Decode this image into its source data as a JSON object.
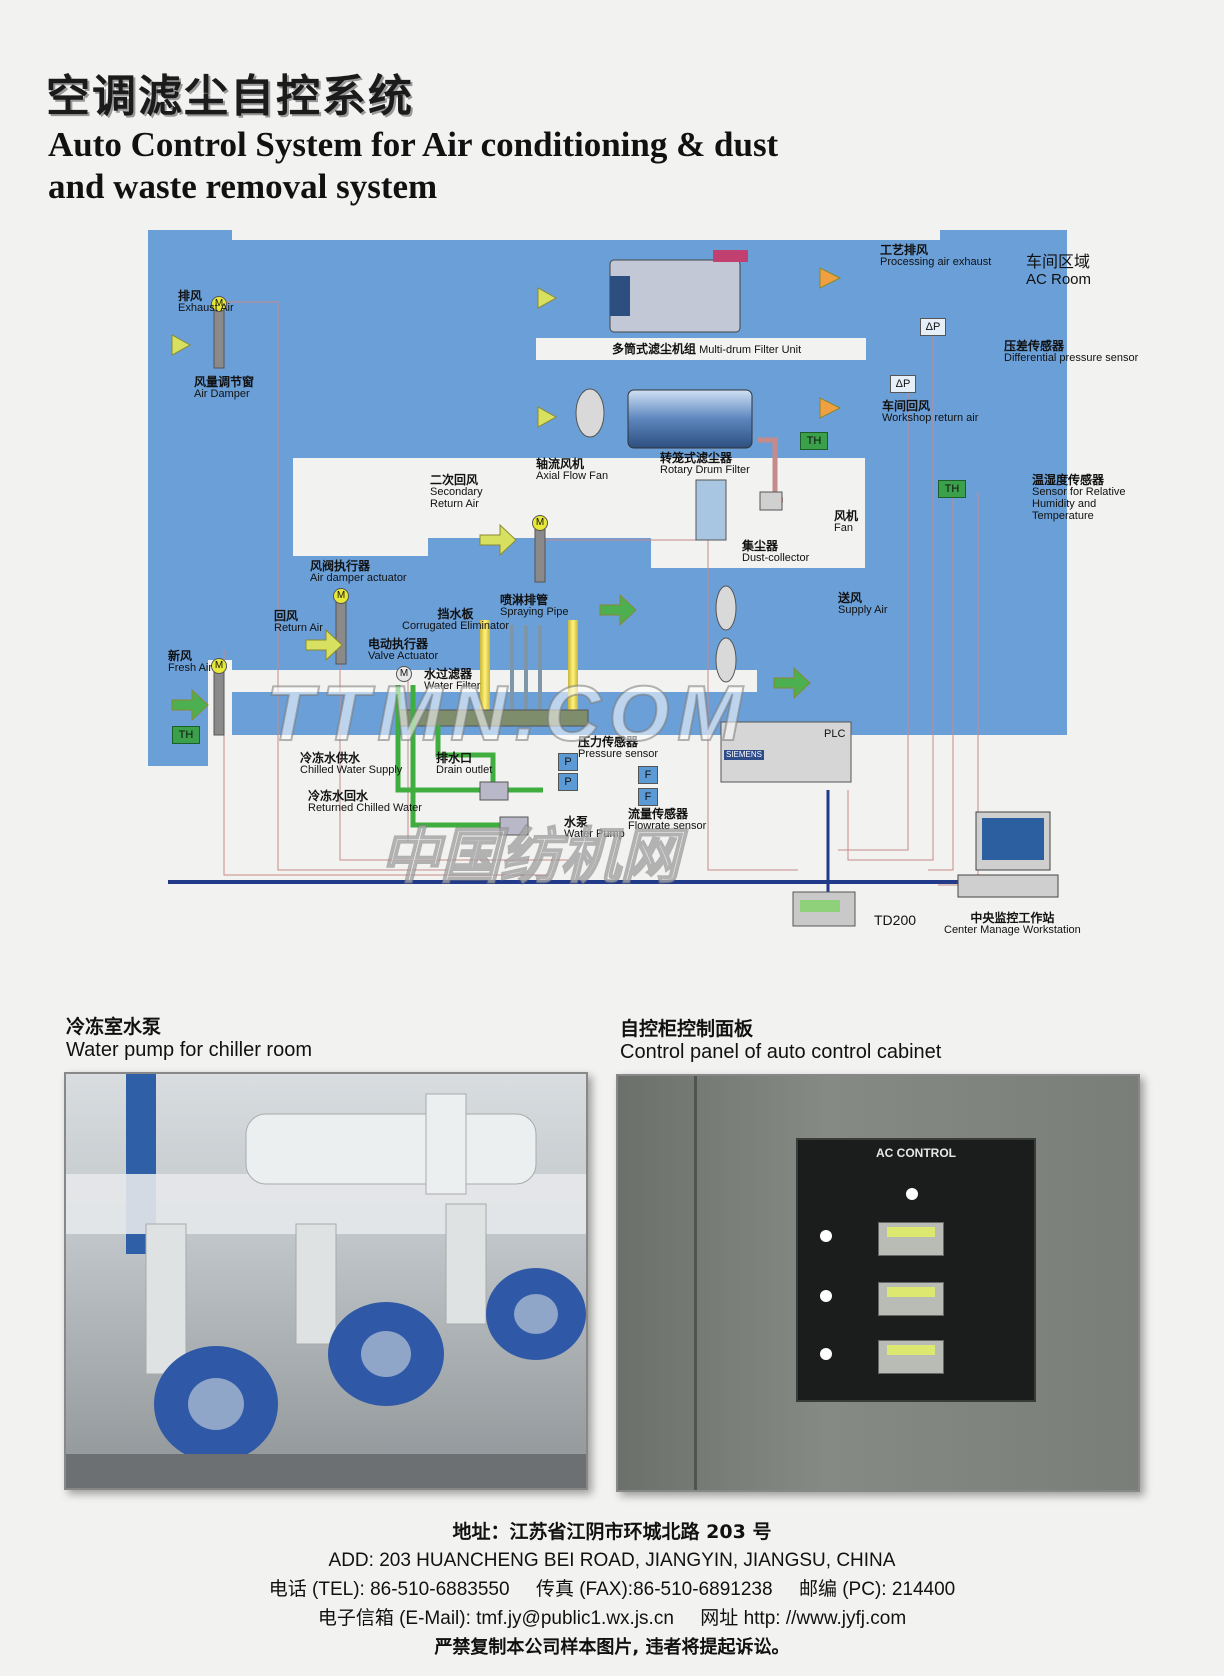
{
  "title": {
    "cn": "空调滤尘自控系统",
    "en_line1": "Auto Control System for Air conditioning & dust",
    "en_line2": "and waste removal system"
  },
  "diagram": {
    "labels": {
      "exhaust_air": {
        "cn": "排风",
        "en": "Exhaust Air"
      },
      "air_damper": {
        "cn": "风量调节窗",
        "en": "Air Damper"
      },
      "fresh_air": {
        "cn": "新风",
        "en": "Fresh Air"
      },
      "return_air": {
        "cn": "回风",
        "en": "Return Air"
      },
      "air_damper_actuator": {
        "cn": "风阀执行器",
        "en": "Air damper actuator"
      },
      "secondary_return": {
        "cn": "二次回风",
        "en1": "Secondary",
        "en2": "Return Air"
      },
      "axial_fan": {
        "cn": "轴流风机",
        "en": "Axial Flow Fan"
      },
      "rotary_drum": {
        "cn": "转笼式滤尘器",
        "en": "Rotary Drum Filter"
      },
      "multi_drum": {
        "cn": "多筒式滤尘机组",
        "en": "Multi-drum Filter Unit"
      },
      "process_exhaust": {
        "cn": "工艺排风",
        "en": "Processing air exhaust"
      },
      "ac_room": {
        "cn": "车间区域",
        "en": "AC Room"
      },
      "diff_pressure": {
        "cn": "压差传感器",
        "en": "Differential pressure sensor"
      },
      "workshop_return": {
        "cn": "车间回风",
        "en": "Workshop return air"
      },
      "th_sensor": {
        "cn": "温湿度传感器",
        "en1": "Sensor for Relative",
        "en2": "Humidity and",
        "en3": "Temperature"
      },
      "fan": {
        "cn": "风机",
        "en": "Fan"
      },
      "dust_collector": {
        "cn": "集尘器",
        "en": "Dust-collector"
      },
      "supply_air": {
        "cn": "送风",
        "en": "Supply Air"
      },
      "eliminator": {
        "cn": "挡水板",
        "en": "Corrugated Eliminator"
      },
      "spraying_pipe": {
        "cn": "喷淋排管",
        "en": "Spraying Pipe"
      },
      "valve_actuator": {
        "cn": "电动执行器",
        "en": "Valve Actuator"
      },
      "water_filter": {
        "cn": "水过滤器",
        "en": "Water Filter"
      },
      "chilled_supply": {
        "cn": "冷冻水供水",
        "en": "Chilled Water Supply"
      },
      "chilled_return": {
        "cn": "冷冻水回水",
        "en": "Returned Chilled Water"
      },
      "drain": {
        "cn": "排水口",
        "en": "Drain outlet"
      },
      "pressure_sensor": {
        "cn": "压力传感器",
        "en": "Pressure sensor"
      },
      "flowrate_sensor": {
        "cn": "流量传感器",
        "en": "Flowrate sensor"
      },
      "water_pump": {
        "cn": "水泵",
        "en": "Water Pump"
      },
      "plc": "PLC",
      "siemens": "SIEMENS",
      "td200": "TD200",
      "workstation": {
        "cn": "中央监控工作站",
        "en": "Center Manage Workstation"
      }
    },
    "symbols": {
      "motor": "M",
      "th": "TH",
      "dp": "ΔP",
      "p": "P",
      "f": "F"
    },
    "watermark": {
      "line1": "TTMN.COM",
      "line2": "中国纺机网"
    }
  },
  "photos": {
    "pump": {
      "cn": "冷冻室水泵",
      "en": "Water pump for chiller room"
    },
    "panel": {
      "cn": "自控柜控制面板",
      "en": "Control panel of auto control cabinet",
      "panel_title": "AC CONTROL"
    }
  },
  "footer": {
    "address_cn": "地址：江苏省江阴市环城北路 203 号",
    "address_en": "ADD: 203 HUANCHENG BEI ROAD, JIANGYIN, JIANGSU, CHINA",
    "tel": "电话 (TEL): 86-510-6883550",
    "fax": "传真 (FAX):86-510-6891238",
    "pc": "邮编 (PC): 214400",
    "email": "电子信箱 (E-Mail): tmf.jy@public1.wx.js.cn",
    "web": "网址 http: //www.jyfj.com",
    "notice": "严禁复制本公司样本图片, 违者将提起诉讼。"
  },
  "colors": {
    "blue": "#6a9fd8",
    "green": "#4caf50",
    "arrow_yellow": "#d8e060",
    "arrow_orange": "#f0a040"
  }
}
